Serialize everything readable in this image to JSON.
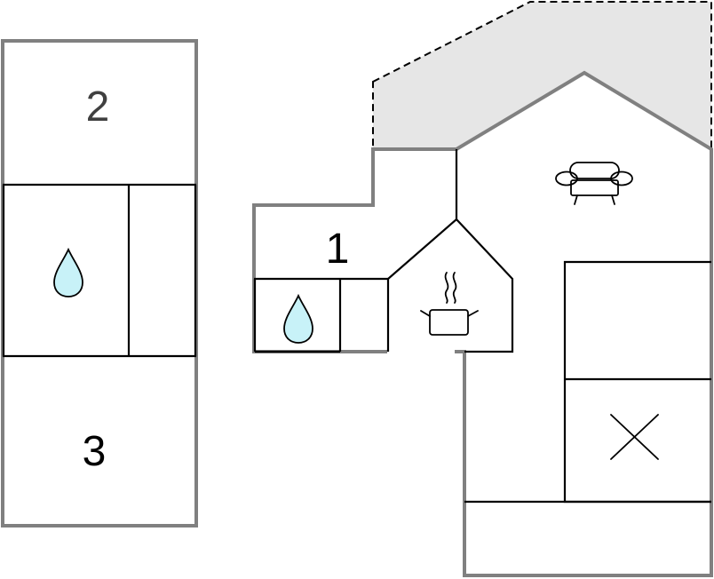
{
  "rooms": [
    {
      "label": "1"
    },
    {
      "label": "2"
    },
    {
      "label": "3"
    }
  ],
  "colors": {
    "outer_wall": "#808080",
    "inner_wall": "#000000",
    "terrace_fill": "#e6e6e6",
    "water_drop": "#c8f2f8",
    "room2_label": "#404040",
    "room_label": "#000000"
  },
  "icons": [
    "water-drop-icon",
    "water-drop-icon",
    "cooking-pot-icon",
    "sofa-icon",
    "bed-cross-icon"
  ]
}
